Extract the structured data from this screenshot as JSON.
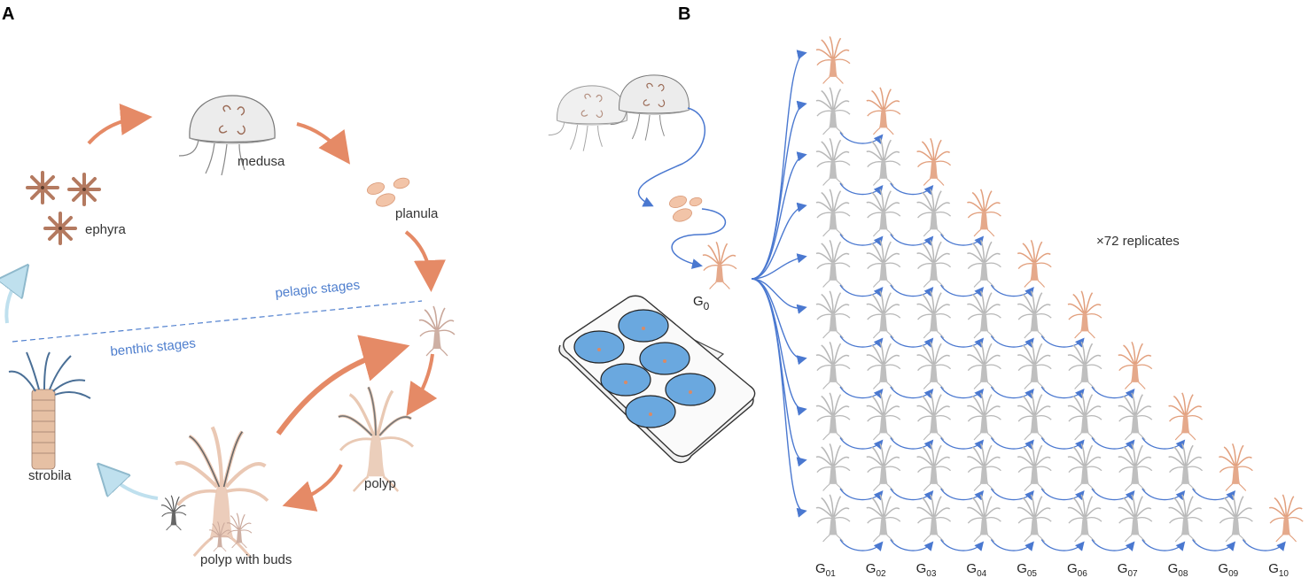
{
  "panel_a": {
    "letter": "A",
    "labels": {
      "medusa": "medusa",
      "ephyra": "ephyra",
      "planula": "planula",
      "pelagic": "pelagic stages",
      "benthic": "benthic stages",
      "strobila": "strobila",
      "polyp": "polyp",
      "polyp_buds": "polyp with buds"
    }
  },
  "panel_b": {
    "letter": "B",
    "g0_label": "G",
    "g0_sub": "0",
    "replicates": "×72 replicates",
    "generations": [
      {
        "base": "G",
        "sub": "01"
      },
      {
        "base": "G",
        "sub": "02"
      },
      {
        "base": "G",
        "sub": "03"
      },
      {
        "base": "G",
        "sub": "04"
      },
      {
        "base": "G",
        "sub": "05"
      },
      {
        "base": "G",
        "sub": "06"
      },
      {
        "base": "G",
        "sub": "07"
      },
      {
        "base": "G",
        "sub": "08"
      },
      {
        "base": "G",
        "sub": "09"
      },
      {
        "base": "G",
        "sub": "10"
      }
    ]
  },
  "colors": {
    "orange": "#e58a66",
    "orange_light": "#f2c4a8",
    "brown": "#b47a60",
    "blue_arrow": "#4a78d0",
    "blue_dish": "#6aa8df",
    "grey_polyp": "#b8b8b8",
    "light_blue": "#bfe0ee"
  }
}
